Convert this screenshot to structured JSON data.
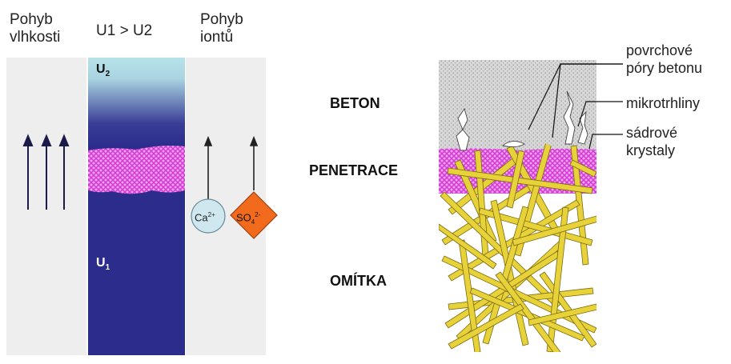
{
  "left_panel": {
    "moisture_label": [
      "Pohyb",
      "vlhkosti"
    ],
    "gradient_label": "U1 > U2",
    "ion_label": [
      "Pohyb",
      "iontů"
    ],
    "u2_label": "U",
    "u2_sub": "2",
    "u1_label": "U",
    "u1_sub": "1",
    "calcium_label": "Ca",
    "calcium_charge": "2+",
    "sulfate_label": "SO",
    "sulfate_sub": "4",
    "sulfate_charge": "2-"
  },
  "right_panel": {
    "layer_concrete": "BETON",
    "layer_penetration": "PENETRACE",
    "layer_plaster": "OMÍTKA",
    "callout_pores": [
      "povrchové",
      "póry betonu"
    ],
    "callout_microcracks": "mikrotrhliny",
    "callout_crystals": [
      "sádrové",
      "krystaly"
    ]
  },
  "colors": {
    "column_dark": "#2b2c8c",
    "column_top": "#b8e2ea",
    "penetration_pink": "#e060e0",
    "crystal_yellow": "#e8d23a",
    "calcium_fill": "#cfe7ef",
    "sulfate_fill": "#f26a1b",
    "panel_gray": "#eeeeee"
  }
}
